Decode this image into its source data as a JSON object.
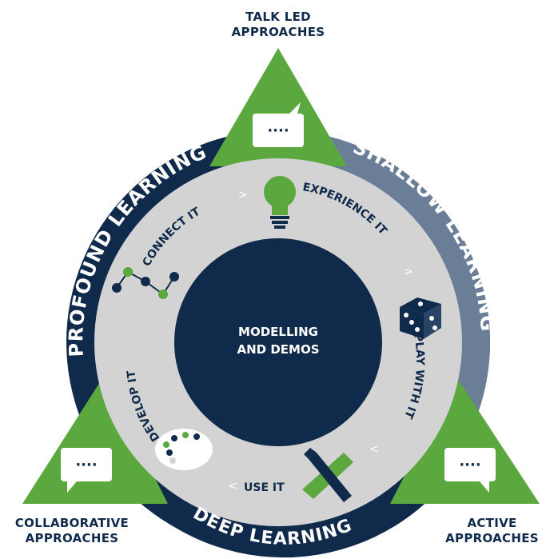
{
  "corners": {
    "top": {
      "line1": "TALK LED",
      "line2": "APPROACHES"
    },
    "bottom_left": {
      "line1": "COLLABORATIVE",
      "line2": "APPROACHES"
    },
    "bottom_right": {
      "line1": "ACTIVE",
      "line2": "APPROACHES"
    }
  },
  "outer_ring": {
    "profound": "PROFOUND LEARNING",
    "shallow": "SHALLOW LEARNING",
    "deep": "DEEP LEARNING"
  },
  "inner_ring": {
    "connect": "CONNECT IT",
    "experience": "EXPERIENCE IT",
    "play": "PLAY WITH IT",
    "use": "USE IT",
    "develop": "DEVELOP IT",
    "arrow": ">",
    "arrow_left": "<"
  },
  "center": {
    "line1": "MODELLING",
    "line2": "AND DEMOS"
  },
  "bubble_text": "····",
  "colors": {
    "navy": "#0f2a4a",
    "slate": "#6a7f97",
    "green": "#5aa83e",
    "grey": "#d3d3d3",
    "white": "#ffffff"
  },
  "icons": [
    "lightbulb-icon",
    "dice-icon",
    "ruler-pencil-icon",
    "palette-icon",
    "graph-icon",
    "speech-bubble-icon"
  ]
}
